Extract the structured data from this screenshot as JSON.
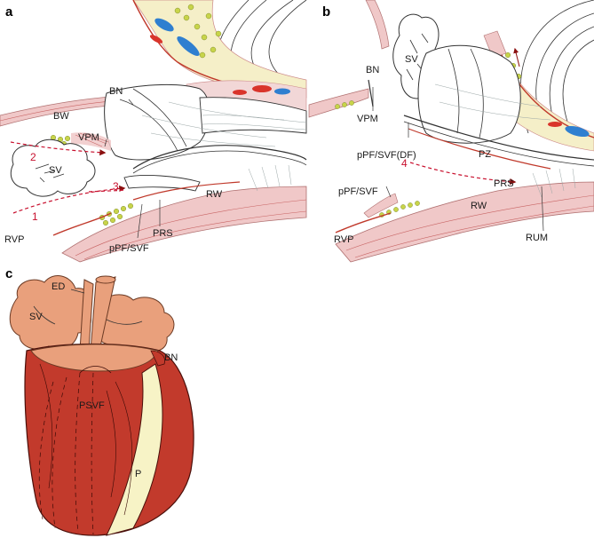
{
  "panels": [
    {
      "id": "a",
      "letter": "a"
    },
    {
      "id": "b",
      "letter": "b"
    },
    {
      "id": "c",
      "letter": "c"
    }
  ],
  "labels_a": {
    "BN": "BN",
    "BW": "BW",
    "VPM": "VPM",
    "SV": "SV",
    "RW": "RW",
    "RVP": "RVP",
    "PRS": "PRS",
    "pPF_SVF": "pPF/SVF"
  },
  "routes_a": [
    "1",
    "2",
    "3"
  ],
  "labels_b": {
    "BN": "BN",
    "SV": "SV",
    "VPM": "VPM",
    "pPF_SVF_DF": "pPF/SVF(DF)",
    "PZ": "PZ",
    "PRS": "PRS",
    "pPF_SVF": "pPF/SVF",
    "RW": "RW",
    "RVP": "RVP",
    "RUM": "RUM"
  },
  "routes_b": [
    "4"
  ],
  "labels_c": {
    "ED": "ED",
    "SV": "SV",
    "BN": "BN",
    "PSVF": "PSVF",
    "P": "P"
  },
  "colors": {
    "tissue_pink": "#f0c8c8",
    "fascia_yellow": "#f5efc8",
    "vessel_red": "#d9342b",
    "vessel_blue": "#2f7fd0",
    "fat_green": "#c8d44a",
    "muscle_red": "#c23a2c",
    "seminal_tan": "#e9a07c",
    "prostate_cream": "#f7f3c6",
    "route_red": "#c8102e"
  }
}
